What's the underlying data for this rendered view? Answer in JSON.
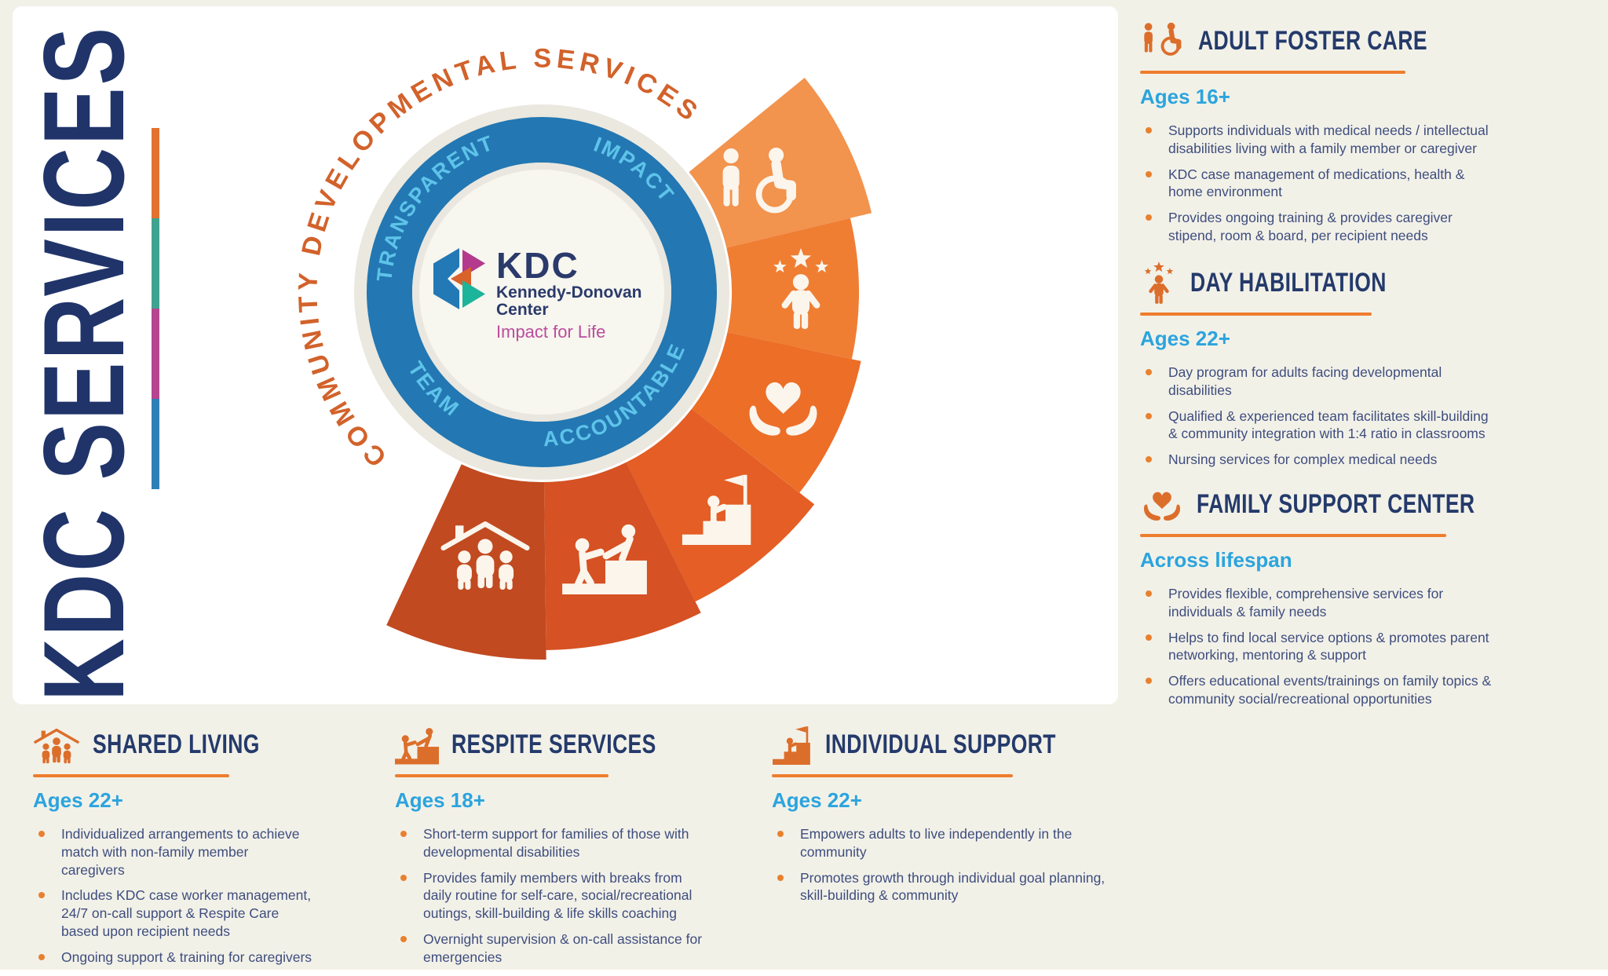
{
  "page": {
    "vertical_title": "KDC SERVICES",
    "background_beige": "#F2F1E8",
    "canvas_white": "#FFFFFF",
    "bar_colors": [
      "#E1722F",
      "#3FA390",
      "#B64590",
      "#2E7FB6"
    ]
  },
  "diagram": {
    "arc_title": "COMMUNITY DEVELOPMENTAL SERVICES",
    "arc_title_color": "#D2622B",
    "ring_color": "#2377B2",
    "ring_text_color": "#5EC3E9",
    "ring_values": {
      "top_left": "TRANSPARENT",
      "top_right": "IMPACT",
      "bottom_left": "TEAM",
      "bottom_right": "ACCOUNTABLE"
    },
    "logo": {
      "abbr": "KDC",
      "name_line1": "Kennedy-Donovan",
      "name_line2": "Center",
      "tagline": "Impact for Life",
      "navy": "#2B3A6B",
      "magenta": "#BC4C9C",
      "hex_blue": "#2279B5",
      "hex_magenta": "#B43A8D",
      "hex_orange": "#D9622B",
      "hex_teal": "#1CB49A"
    },
    "wedges": [
      {
        "service": "adult-foster-care",
        "color": "#F2934E",
        "icon": "person-wheelchair-icon"
      },
      {
        "service": "day-habilitation",
        "color": "#EF7E33",
        "icon": "person-stars-icon"
      },
      {
        "service": "family-support-center",
        "color": "#EC6E27",
        "icon": "hands-heart-icon"
      },
      {
        "service": "individual-support",
        "color": "#E45E25",
        "icon": "flag-climb-icon"
      },
      {
        "service": "respite-services",
        "color": "#D65123",
        "icon": "helping-climb-icon"
      },
      {
        "service": "shared-living",
        "color": "#C14A20",
        "icon": "family-roof-icon"
      }
    ]
  },
  "sections": {
    "adult_foster_care": {
      "title": "ADULT FOSTER CARE",
      "ages": "Ages 16+",
      "icon": "person-wheelchair-icon",
      "bullets": [
        "Supports individuals with medical needs / intellectual disabilities living with a family member or caregiver",
        "KDC case management of medications, health & home environment",
        "Provides ongoing training & provides caregiver stipend, room & board, per recipient needs"
      ]
    },
    "day_habilitation": {
      "title": "DAY HABILITATION",
      "ages": "Ages 22+",
      "icon": "person-stars-icon",
      "bullets": [
        "Day program for adults facing developmental disabilities",
        "Qualified & experienced team facilitates skill-building & community integration with 1:4 ratio in classrooms",
        "Nursing services for complex medical needs"
      ]
    },
    "family_support_center": {
      "title": "FAMILY SUPPORT CENTER",
      "ages": "Across lifespan",
      "icon": "hands-heart-icon",
      "bullets": [
        "Provides flexible, comprehensive services for individuals & family needs",
        "Helps to find local service options & promotes parent networking, mentoring & support",
        "Offers educational events/trainings on family topics & community social/recreational opportunities"
      ]
    },
    "shared_living": {
      "title": "SHARED LIVING",
      "ages": "Ages 22+",
      "icon": "family-roof-icon",
      "bullets": [
        "Individualized arrangements to achieve match with non-family member caregivers",
        "Includes KDC case worker management, 24/7 on-call support & Respite Care based upon recipient needs",
        "Ongoing support & training for caregivers"
      ]
    },
    "respite_services": {
      "title": "RESPITE SERVICES",
      "ages": "Ages 18+",
      "icon": "helping-climb-icon",
      "bullets": [
        "Short-term support for families of those with developmental disabilities",
        "Provides family members with breaks from daily routine for self-care, social/recreational outings, skill-building & life skills coaching",
        "Overnight supervision & on-call assistance for emergencies"
      ]
    },
    "individual_support": {
      "title": "INDIVIDUAL SUPPORT",
      "ages": "Ages 22+",
      "icon": "flag-climb-icon",
      "bullets": [
        "Empowers adults to live independently in the community",
        "Promotes growth through individual goal planning, skill-building & community"
      ]
    }
  }
}
